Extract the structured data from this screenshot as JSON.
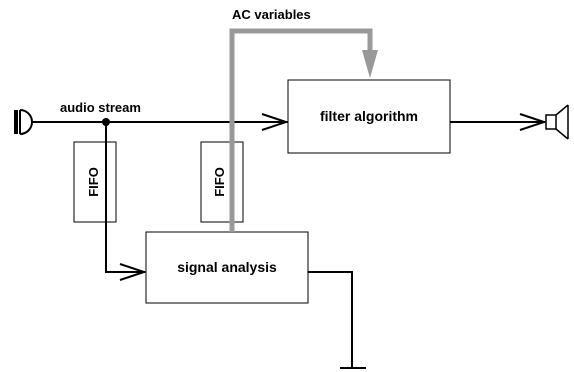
{
  "labels": {
    "ac_variables": "AC variables",
    "audio_stream": "audio stream",
    "filter_algorithm": "filter algorithm",
    "signal_analysis": "signal analysis",
    "fifo_left": "FIFO",
    "fifo_right": "FIFO"
  },
  "icons": {
    "input": "microphone-icon",
    "output": "loudspeaker-icon",
    "termination": "ground-icon"
  },
  "colors": {
    "line": "#000000",
    "control_path": "#999999",
    "box_fill": "#ffffff"
  }
}
